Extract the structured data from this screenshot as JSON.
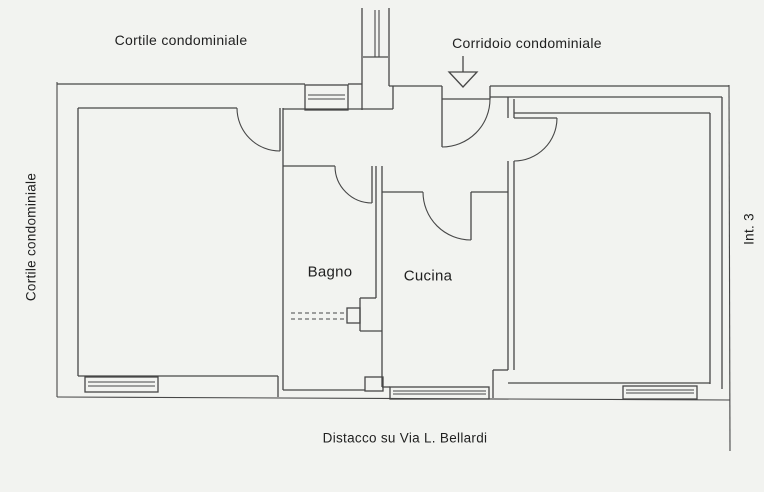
{
  "palette": {
    "paper": "#f2f3f0",
    "ink": "#474747",
    "text": "#1f1f1f"
  },
  "plan": {
    "type": "floor-plan",
    "rooms": [
      "Bagno",
      "Cucina"
    ],
    "icons": {
      "corridor_entrance": "down-arrow"
    }
  },
  "labels": {
    "courtyard_top": "Cortile condominiale",
    "corridor_top": "Corridoio condominiale",
    "courtyard_left": "Cortile condominiale",
    "unit_right": "Int. 3",
    "room_bagno": "Bagno",
    "room_cucina": "Cucina",
    "street_bottom": "Distacco su Via L. Bellardi"
  }
}
